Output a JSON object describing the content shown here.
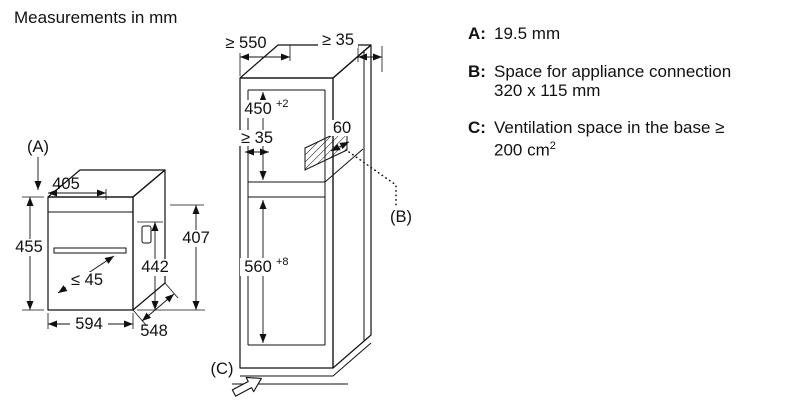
{
  "title": "Measurements in mm",
  "legend": {
    "items": [
      {
        "key": "A:",
        "line1": "19.5 mm"
      },
      {
        "key": "B:",
        "line1": "Space for appliance connection",
        "line2": "320 x 115 mm"
      },
      {
        "key": "C:",
        "line1": "Ventilation space in the base ≥",
        "line2": "200 cm",
        "sup": "2"
      }
    ]
  },
  "oven": {
    "label_a": "(A)",
    "dim_405": "405",
    "dim_455": "455",
    "dim_407": "407",
    "dim_442": "442",
    "dim_max45": "≤ 45",
    "dim_594": "594",
    "dim_548": "548"
  },
  "cabinet": {
    "dim_min550": "≥ 550",
    "dim_min35_top": "≥ 35",
    "dim_450": "450",
    "dim_450_sup": "+2",
    "dim_min35_inner": "≥ 35",
    "dim_60": "60",
    "dim_560": "560",
    "dim_560_sup": "+8",
    "label_b": "(B)",
    "label_c": "(C)"
  }
}
